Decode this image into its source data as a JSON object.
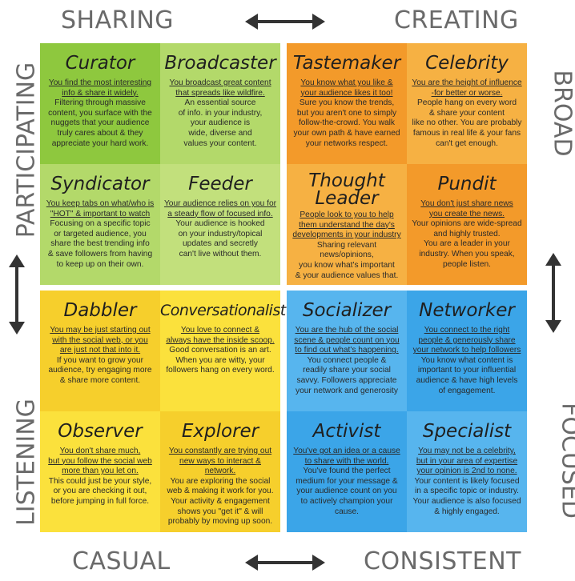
{
  "axes": {
    "sharing": "SHARING",
    "creating": "CREATING",
    "participating": "PARTICIPATING",
    "listening": "LISTENING",
    "broad": "BROAD",
    "focused": "FOCUSED",
    "casual": "CASUAL",
    "consistent": "CONSISTENT"
  },
  "cells": [
    {
      "title": "Curator",
      "lines_u": [
        "You find the most interesting",
        "info & share it widely."
      ],
      "lines": [
        "Filtering through massive",
        "content, you surface with the",
        "nuggets that your audience",
        "truly cares about & they",
        "appreciate your hard work."
      ]
    },
    {
      "title": "Broadcaster",
      "lines_u": [
        "You broadcast great content",
        "that spreads like wildfire."
      ],
      "lines": [
        "An essential source",
        "of info. in your industry,",
        "your audience is",
        "wide, diverse and",
        "values your content."
      ]
    },
    {
      "title": "Tastemaker",
      "lines_u": [
        "You know what you like &",
        "your audience likes it too!"
      ],
      "lines": [
        "Sure you know the trends,",
        "but you aren't one to simply",
        "follow-the-crowd. You walk",
        "your own path & have earned",
        "your networks respect."
      ]
    },
    {
      "title": "Celebrity",
      "lines_u": [
        "You are the height of influence",
        "-for better or worse."
      ],
      "lines": [
        "People hang on every word",
        "& share your content",
        "like no other. You are probably",
        "famous in real life & your fans",
        "can't get enough."
      ]
    },
    {
      "title": "Syndicator",
      "lines_u": [
        "You keep tabs on what/who is",
        "\"HOT\" & important to watch"
      ],
      "lines": [
        "Focusing on a specific topic",
        "or targeted audience, you",
        "share the best trending info",
        "& save followers from having",
        "to keep up on their own."
      ]
    },
    {
      "title": "Feeder",
      "lines_u": [
        "Your audience relies on you for",
        "a steady flow of focused info."
      ],
      "lines": [
        "Your audience is hooked",
        "on your industry/topical",
        "updates and secretly",
        "can't live without them."
      ]
    },
    {
      "title": "Thought Leader",
      "lines_u": [
        "People look to you to help",
        "them understand the day's",
        "developments in your industry"
      ],
      "lines": [
        "Sharing relevant news/opinions,",
        "you know what's important",
        "& your audience values that."
      ]
    },
    {
      "title": "Pundit",
      "lines_u": [
        "You don't just share news",
        "you create the news."
      ],
      "lines": [
        "Your opinions are wide-spread",
        "and highly trusted.",
        "You are a leader in your",
        "industry.  When you speak,",
        "people listen."
      ]
    },
    {
      "title": "Dabbler",
      "lines_u": [
        "You may be just starting out",
        "with the social web, or you",
        "are just not that into it."
      ],
      "lines": [
        "If you want to grow your",
        "audience, try engaging more",
        "& share more content."
      ]
    },
    {
      "title": "Conversationalist",
      "lines_u": [
        "You love to connect &",
        "always have the inside scoop."
      ],
      "lines": [
        "Good conversation is an art.",
        "When you are witty, your",
        "followers hang on every word."
      ]
    },
    {
      "title": "Socializer",
      "lines_u": [
        "You are the hub of the social",
        "scene & people count on you",
        "to find out what's happening."
      ],
      "lines": [
        "You connect people &",
        "readily share your social",
        "savvy. Followers appreciate",
        "your network and generosity"
      ]
    },
    {
      "title": "Networker",
      "lines_u": [
        "You connect to the right",
        "people & generously share",
        "your network to help followers"
      ],
      "lines": [
        "You know what content is",
        "important to your influential",
        "audience & have high levels",
        "of engagement."
      ]
    },
    {
      "title": "Observer",
      "lines_u": [
        "You don't share much,",
        "but you follow the social web",
        "more than you let on."
      ],
      "lines": [
        "This could just be your style,",
        "or you are checking it out,",
        "before jumping in full force."
      ]
    },
    {
      "title": "Explorer",
      "lines_u": [
        "You constantly are trying out",
        "new ways to interact & network."
      ],
      "lines": [
        "You are exploring the social",
        "web & making it work for you.",
        "Your activity & engagement",
        "shows you \"get it\" & will",
        "probably by moving up soon."
      ]
    },
    {
      "title": "Activist",
      "lines_u": [
        "You've got an idea or a cause",
        "to share with the world."
      ],
      "lines": [
        "You've found the perfect",
        "medium for your message &",
        "your audience count on you",
        "to actively champion your cause."
      ]
    },
    {
      "title": "Specialist",
      "lines_u": [
        "You may not be a celebrity,",
        "but in your area of expertise",
        "your opinion is 2nd to none."
      ],
      "lines": [
        "Your content is likely focused",
        "in a specific topic or industry.",
        "Your audience is also focused",
        "& highly engaged."
      ]
    }
  ]
}
